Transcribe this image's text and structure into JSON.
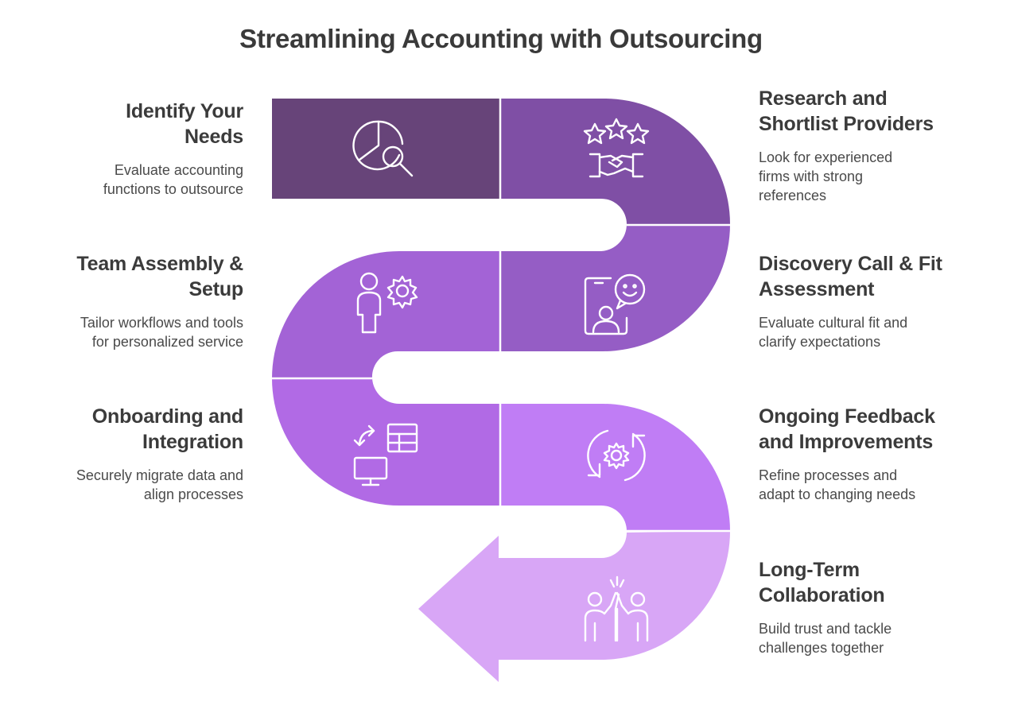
{
  "title": "Streamlining Accounting with Outsourcing",
  "colors": {
    "step1": "#674479",
    "step2": "#7f4fa5",
    "step3": "#955dc5",
    "step4": "#a363d6",
    "step5": "#b16ae5",
    "step6": "#c07df5",
    "step7": "#d8a6f6",
    "divider": "#ffffff",
    "icon_stroke": "#ffffff"
  },
  "steps": [
    {
      "title_line1": "Identify Your",
      "title_line2": "Needs",
      "desc_line1": "Evaluate accounting",
      "desc_line2": "functions to outsource",
      "desc_line3": "",
      "icon": "pie-chart-magnifier-icon"
    },
    {
      "title_line1": "Research and",
      "title_line2": "Shortlist Providers",
      "desc_line1": "Look for experienced",
      "desc_line2": "firms with strong",
      "desc_line3": "references",
      "icon": "stars-handshake-icon"
    },
    {
      "title_line1": "Discovery Call & Fit",
      "title_line2": "Assessment",
      "desc_line1": "Evaluate cultural fit and",
      "desc_line2": "clarify expectations",
      "desc_line3": "",
      "icon": "video-call-icon"
    },
    {
      "title_line1": "Team Assembly &",
      "title_line2": "Setup",
      "desc_line1": "Tailor workflows and tools",
      "desc_line2": "for personalized service",
      "desc_line3": "",
      "icon": "person-gear-icon"
    },
    {
      "title_line1": "Onboarding and",
      "title_line2": "Integration",
      "desc_line1": "Securely migrate data and",
      "desc_line2": "align processes",
      "desc_line3": "",
      "icon": "data-migration-icon"
    },
    {
      "title_line1": "Ongoing Feedback",
      "title_line2": "and Improvements",
      "desc_line1": "Refine processes and",
      "desc_line2": "adapt to changing needs",
      "desc_line3": "",
      "icon": "gear-cycle-icon"
    },
    {
      "title_line1": "Long-Term",
      "title_line2": "Collaboration",
      "desc_line1": "Build trust and tackle",
      "desc_line2": "challenges together",
      "desc_line3": "",
      "icon": "high-five-icon"
    }
  ]
}
